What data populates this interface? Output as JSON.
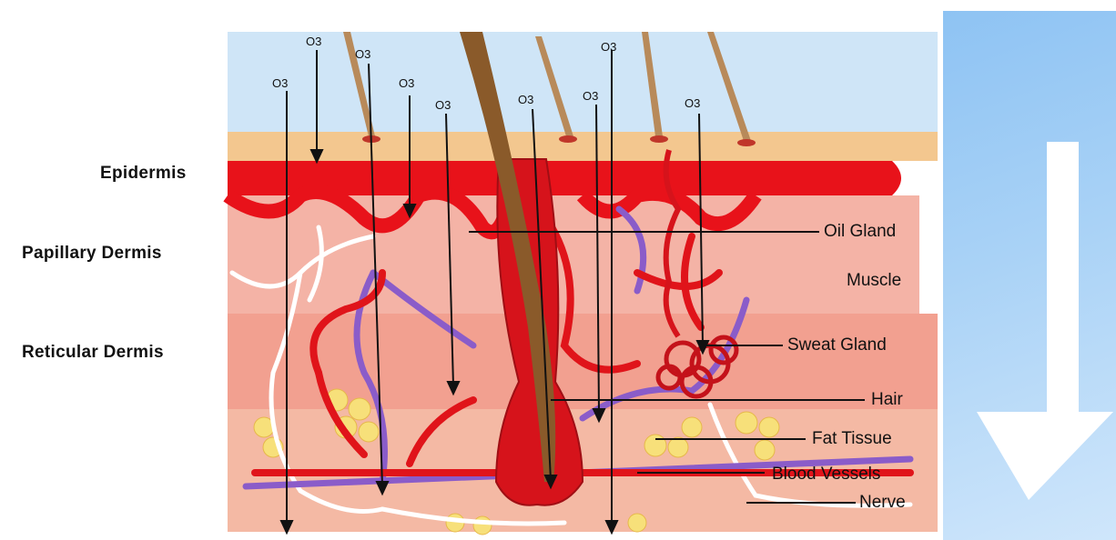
{
  "layers": {
    "epidermis": "Epidermis",
    "papillary": "Papillary Dermis",
    "reticular": "Reticular Dermis"
  },
  "parts": {
    "oil_gland": "Oil Gland",
    "muscle": "Muscle",
    "sweat_gland": "Sweat Gland",
    "hair": "Hair",
    "fat_tissue": "Fat Tissue",
    "blood_vessels": "Blood Vessels",
    "nerve": "Nerve"
  },
  "ozone_labels": [
    "O3",
    "O3",
    "O3",
    "O3",
    "O3",
    "O3",
    "O3",
    "O3",
    "O3"
  ],
  "colors": {
    "sky": "#cfe5f7",
    "skin_surface": "#f3c78f",
    "epidermis": "#e8121a",
    "dermis": "#f2a090",
    "artery": "#e0141a",
    "vein": "#8a5cc9",
    "fat": "#f7e07a",
    "panel": "#a9d2f6",
    "arrow": "#ffffff"
  }
}
